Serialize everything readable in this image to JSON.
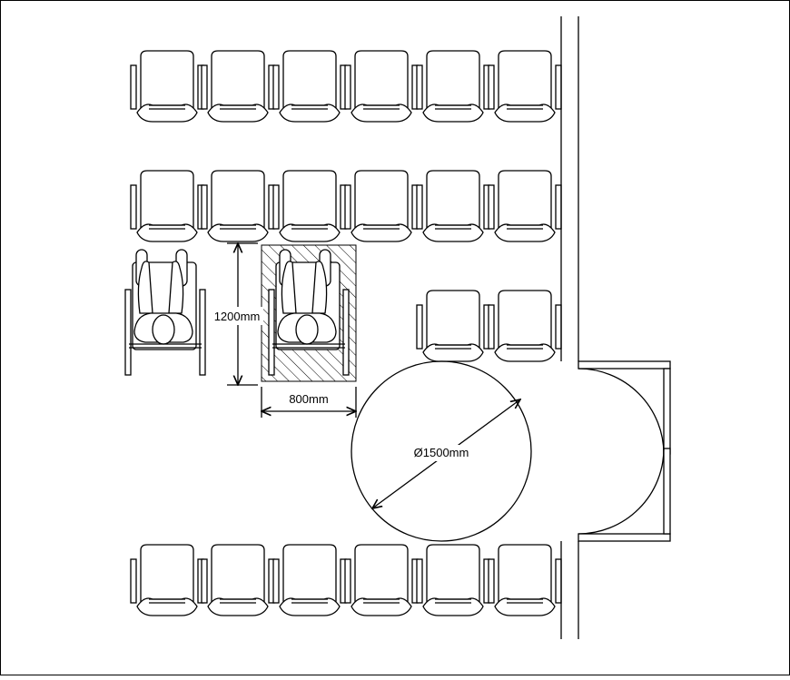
{
  "dimensions": {
    "depth_label": "1200mm",
    "width_label": "800mm",
    "turning_label": "Ø1500mm"
  },
  "layout": {
    "seat_rows": [
      6,
      6,
      2,
      6
    ],
    "wheelchair_spaces": 2,
    "doors": 2
  }
}
